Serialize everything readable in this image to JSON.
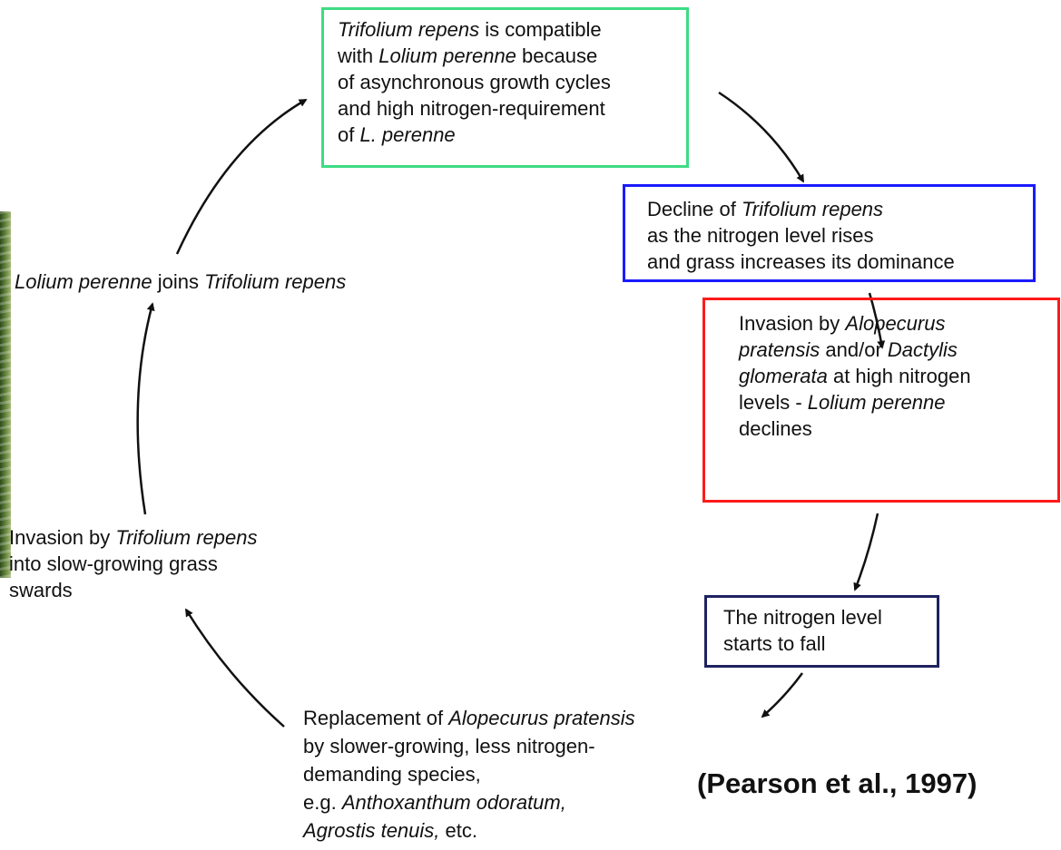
{
  "nodes": {
    "green_box": [
      [
        {
          "t": "Trifolium repens",
          "i": true
        },
        {
          "t": " is compatible",
          "i": false
        }
      ],
      [
        {
          "t": "with ",
          "i": false
        },
        {
          "t": "Lolium perenne",
          "i": true
        },
        {
          "t": " because",
          "i": false
        }
      ],
      [
        {
          "t": "of asynchronous growth cycles",
          "i": false
        }
      ],
      [
        {
          "t": "and high nitrogen-requirement",
          "i": false
        }
      ],
      [
        {
          "t": "of ",
          "i": false
        },
        {
          "t": "L. perenne",
          "i": true
        }
      ]
    ],
    "blue_box": [
      [
        {
          "t": "Decline of ",
          "i": false
        },
        {
          "t": "Trifolium repens",
          "i": true
        }
      ],
      [
        {
          "t": "as the nitrogen level rises",
          "i": false
        }
      ],
      [
        {
          "t": "and grass increases its dominance",
          "i": false
        }
      ]
    ],
    "red_box": [
      [
        {
          "t": "Invasion by ",
          "i": false
        },
        {
          "t": "Alopecurus",
          "i": true
        }
      ],
      [
        {
          "t": "pratensis",
          "i": true
        },
        {
          "t": " and/or ",
          "i": false
        },
        {
          "t": "Dactylis",
          "i": true
        }
      ],
      [
        {
          "t": "glomerata",
          "i": true
        },
        {
          "t": " at high nitrogen",
          "i": false
        }
      ],
      [
        {
          "t": "levels - ",
          "i": false
        },
        {
          "t": "Lolium perenne",
          "i": true
        }
      ],
      [
        {
          "t": "declines",
          "i": false
        }
      ]
    ],
    "navy_box": [
      [
        {
          "t": "The nitrogen level",
          "i": false
        }
      ],
      [
        {
          "t": "starts to fall",
          "i": false
        }
      ]
    ],
    "replacement": [
      [
        {
          "t": "Replacement of ",
          "i": false
        },
        {
          "t": "Alopecurus pratensis",
          "i": true
        }
      ],
      [
        {
          "t": "by slower-growing, less nitrogen-",
          "i": false
        }
      ],
      [
        {
          "t": "demanding species,",
          "i": false
        }
      ],
      [
        {
          "t": "e.g. ",
          "i": false
        },
        {
          "t": "Anthoxanthum odoratum,",
          "i": true
        }
      ],
      [
        {
          "t": "Agrostis tenuis,",
          "i": true
        },
        {
          "t": " etc.",
          "i": false
        }
      ]
    ],
    "invasion_trifolium": [
      [
        {
          "t": "Invasion by ",
          "i": false
        },
        {
          "t": "Trifolium repens",
          "i": true
        }
      ],
      [
        {
          "t": "into slow-growing grass",
          "i": false
        }
      ],
      [
        {
          "t": "swards",
          "i": false
        }
      ]
    ],
    "lolium_joins": [
      [
        {
          "t": "Lolium perenne",
          "i": true
        },
        {
          "t": " joins ",
          "i": false
        },
        {
          "t": "Trifolium repens",
          "i": true
        }
      ]
    ]
  },
  "citation": "(Pearson et al., 1997)",
  "colors": {
    "green_box": "#3ddc84",
    "blue_box": "#1a1aff",
    "red_box": "#ff1a1a",
    "navy_box": "#1e2260",
    "arrow": "#111111"
  }
}
